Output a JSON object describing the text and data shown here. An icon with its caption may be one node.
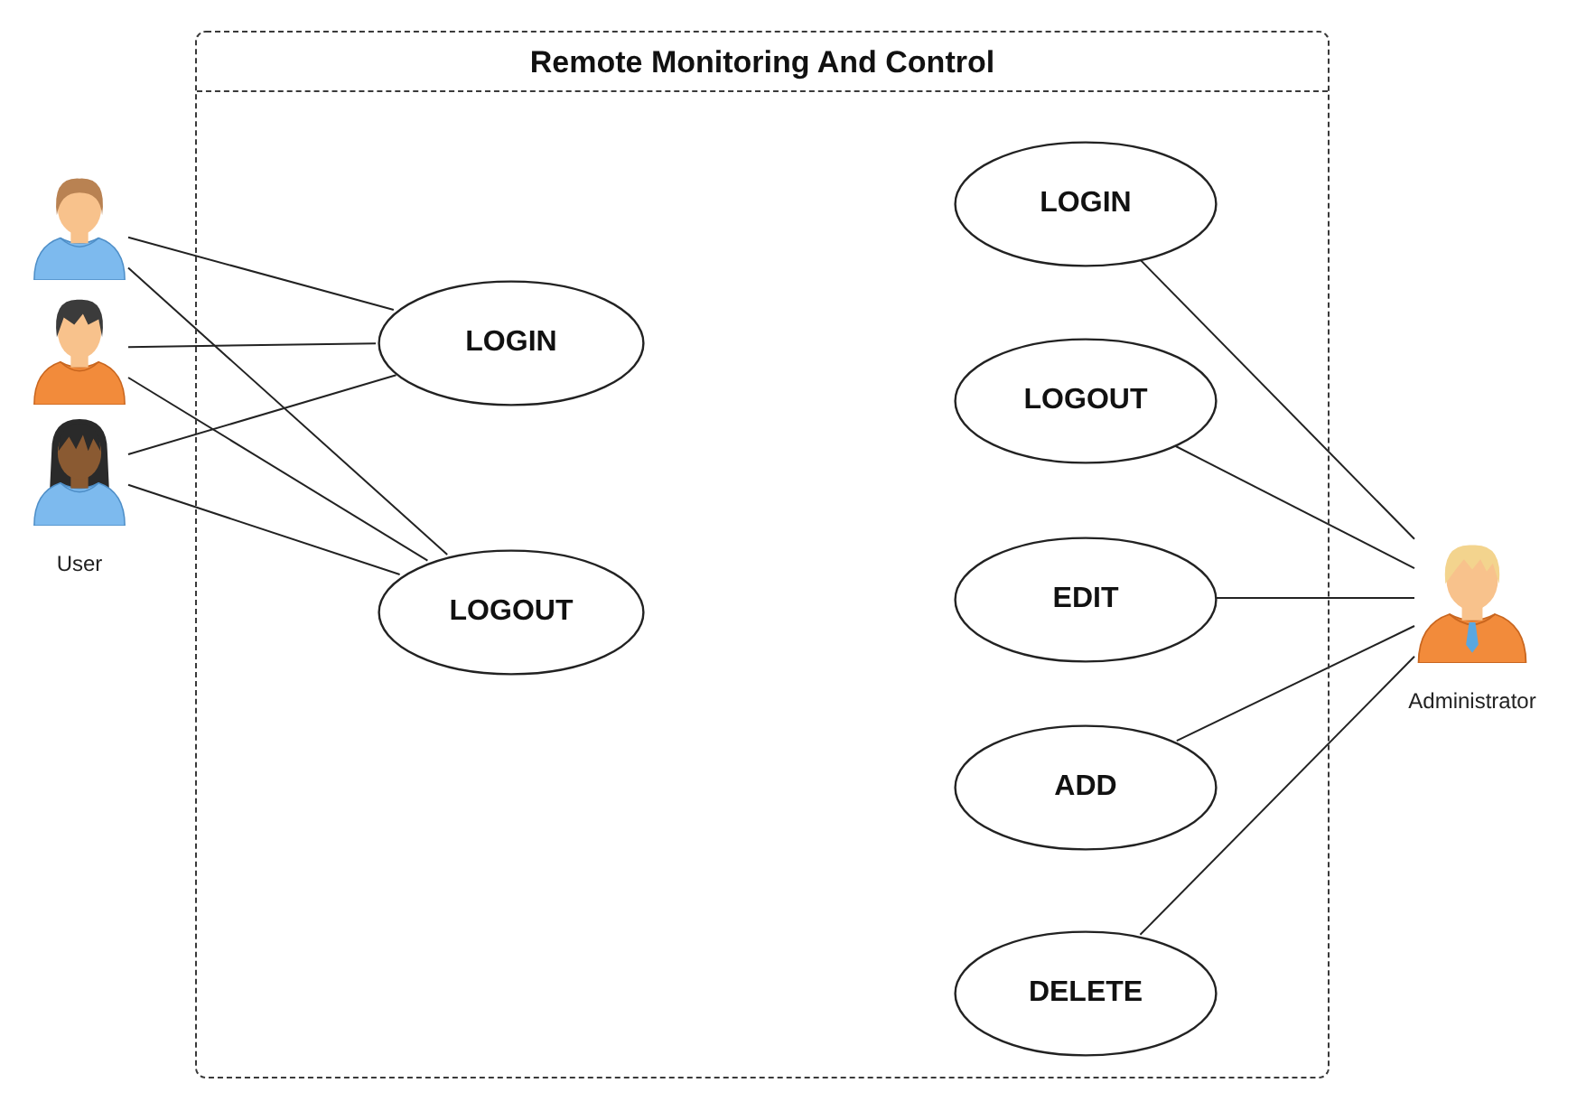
{
  "diagram": {
    "nodes": [
      {
        "text": [
          "Remote Monitoring And Control"
        ]
      },
      {
        "text": [
          "LOGIN"
        ],
        "in": 0
      },
      {
        "text": [
          "LOGOUT"
        ],
        "in": 0
      },
      {
        "text": [
          "LOGIN"
        ],
        "in": 0
      },
      {
        "text": [
          "LOGOUT"
        ],
        "in": 0
      },
      {
        "text": [
          "EDIT"
        ],
        "in": 0
      },
      {
        "text": [
          "ADD"
        ],
        "in": 0
      },
      {
        "text": [
          "DELETE"
        ],
        "in": 0
      },
      {
        "text": [],
        "shape": "person"
      },
      {
        "text": [],
        "shape": "person"
      },
      {
        "text": [],
        "shape": "person",
        "beside": [
          "User"
        ]
      },
      {
        "text": [],
        "shape": "person",
        "beside": [
          "Administrator"
        ]
      }
    ],
    "edges": [
      {
        "from": 8,
        "to": 1,
        "arrow": "none"
      },
      {
        "from": 8,
        "to": 2,
        "arrow": "none"
      },
      {
        "from": 9,
        "to": 1,
        "arrow": "none"
      },
      {
        "from": 9,
        "to": 2,
        "arrow": "none"
      },
      {
        "from": 10,
        "to": 1,
        "arrow": "none"
      },
      {
        "from": 10,
        "to": 2,
        "arrow": "none"
      },
      {
        "from": 11,
        "to": 3,
        "arrow": "none"
      },
      {
        "from": 11,
        "to": 4,
        "arrow": "none"
      },
      {
        "from": 11,
        "to": 5,
        "arrow": "none"
      },
      {
        "from": 11,
        "to": 6,
        "arrow": "none"
      },
      {
        "from": 11,
        "to": 7,
        "arrow": "none"
      }
    ]
  }
}
